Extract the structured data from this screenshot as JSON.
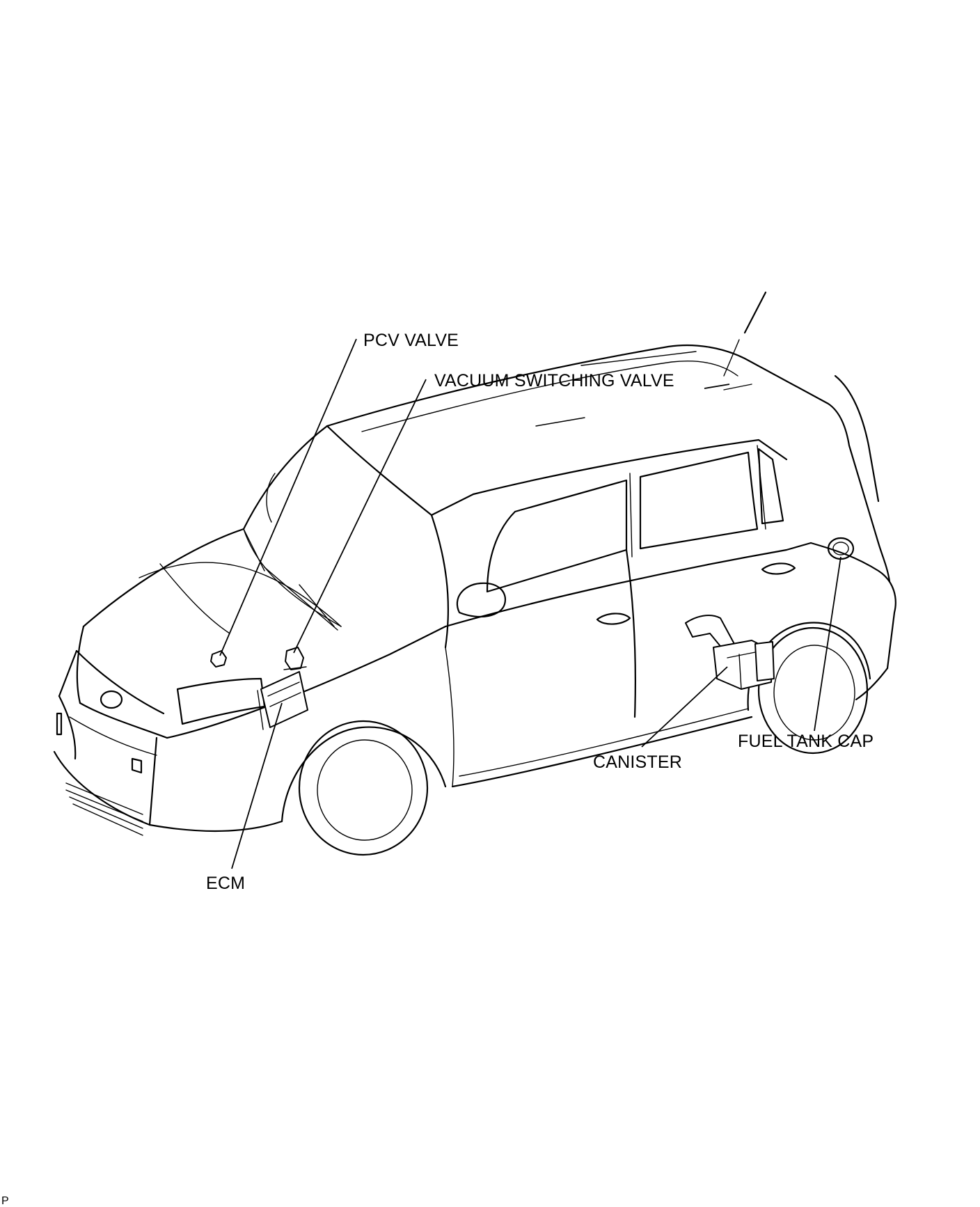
{
  "diagram": {
    "labels": {
      "pcv_valve": "PCV VALVE",
      "vacuum_switching_valve": "VACUUM SWITCHING VALVE",
      "canister": "CANISTER",
      "fuel_tank_cap": "FUEL TANK CAP",
      "ecm": "ECM"
    },
    "figure_code": "P"
  }
}
